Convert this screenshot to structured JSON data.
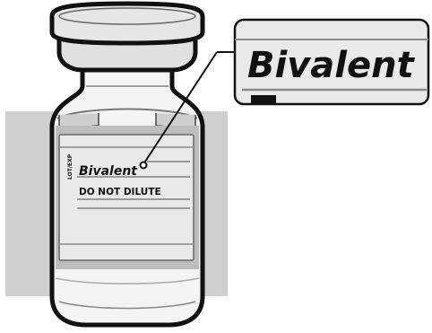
{
  "vial_label": {
    "name": "Bivalent",
    "instruction": "DO NOT DILUTE",
    "side_text": "LOT/EXP"
  },
  "callout": {
    "name": "Bivalent"
  },
  "colors": {
    "background_band": "#d0d0d0",
    "vial_glass": "#f4f4f4",
    "vial_cap": "#e6e6e6",
    "label_band": "#bdbdbd",
    "label_panel": "#e9e9e9",
    "outline": "#111111"
  }
}
